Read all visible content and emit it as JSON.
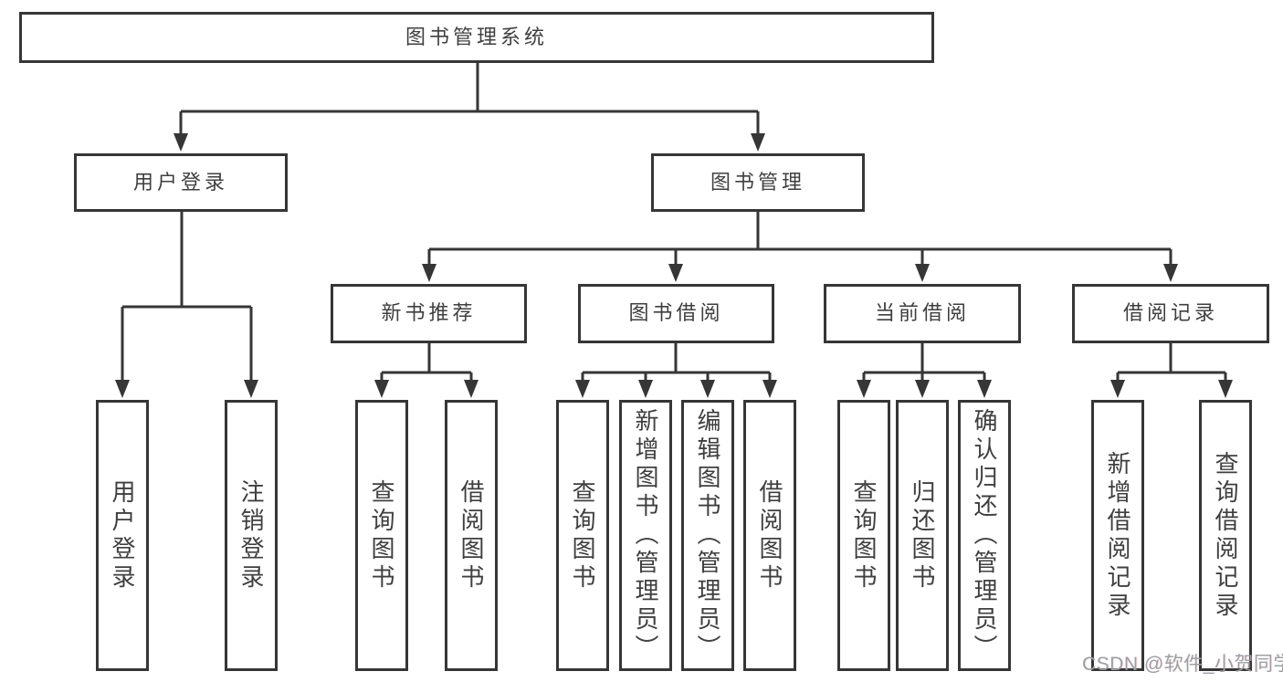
{
  "tree": {
    "label": "图书管理系统",
    "children": [
      {
        "label": "用户登录",
        "children": [
          {
            "label": "用户登录"
          },
          {
            "label": "注销登录"
          }
        ]
      },
      {
        "label": "图书管理",
        "children": [
          {
            "label": "新书推荐",
            "children": [
              {
                "label": "查询图书"
              },
              {
                "label": "借阅图书"
              }
            ]
          },
          {
            "label": "图书借阅",
            "children": [
              {
                "label": "查询图书"
              },
              {
                "label": "新增图书（管理员）"
              },
              {
                "label": "编辑图书（管理员）"
              },
              {
                "label": "借阅图书"
              }
            ]
          },
          {
            "label": "当前借阅",
            "children": [
              {
                "label": "查询图书"
              },
              {
                "label": "归还图书"
              },
              {
                "label": "确认归还（管理员）"
              }
            ]
          },
          {
            "label": "借阅记录",
            "children": [
              {
                "label": "新增借阅记录"
              },
              {
                "label": "查询借阅记录"
              }
            ]
          }
        ]
      }
    ]
  },
  "watermark": {
    "text": "CSDN @软件_小贺同学"
  },
  "colors": {
    "line": "#363636",
    "node_border": "#363636",
    "node_text": "#3f3f3f",
    "node_background": "#ffffff",
    "page_background": "#ffffff",
    "watermark_text": "#9aa0a6"
  }
}
